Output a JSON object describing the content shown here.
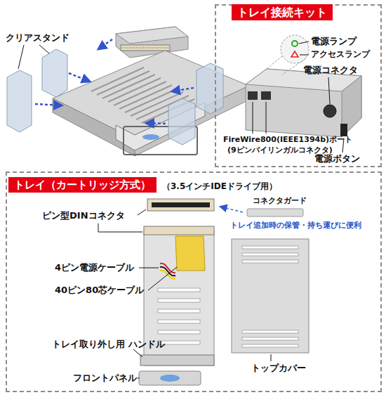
{
  "diagram": {
    "nodes": [
      {
        "text": [
          "トレイ接続キット"
        ]
      },
      {
        "text": [
          "トレイ（カートリッジ方式）",
          "（3.5インチIDEドライブ用）"
        ]
      }
    ],
    "labels": [
      "クリアスタンド",
      "電源ランプ",
      "アクセスランプ",
      "電源コネクタ",
      "FireWire800(IEEE1394b)ポート",
      "(9ピンバイリンガルコネクタ)",
      "電源ボタン",
      "コネクタガード",
      "トレイ追加時の保管・持ち運びに便利",
      "ピン型DINコネクタ",
      "4ピン電源ケーブル",
      "40ピン80芯ケーブル",
      "トレイ取り外し用 ハンドル",
      "フロントパネル",
      "トップカバー"
    ]
  }
}
